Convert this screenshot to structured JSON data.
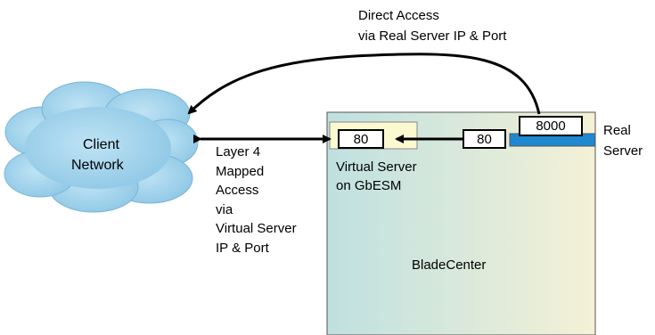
{
  "labels": {
    "direct_access_line1": "Direct Access",
    "direct_access_line2": "via Real Server IP & Port",
    "client_network_line1": "Client",
    "client_network_line2": "Network",
    "layer4_text": "Layer 4\nMapped\nAccess\nvia\nVirtual Server\nIP & Port",
    "virtual_server_line1": "Virtual Server",
    "virtual_server_line2": "on GbESM",
    "real_server_line1": "Real",
    "real_server_line2": "Server",
    "bladecenter": "BladeCenter"
  },
  "ports": {
    "virtual_port": "80",
    "mid_port": "80",
    "real_port": "8000"
  },
  "colors": {
    "cloud_fill": "#a8d6ee",
    "blade_gradient_start": "#bfe0e0",
    "blade_gradient_end": "#f4f1d6",
    "virtual_server_fill": "#fcf8cf",
    "real_server_bar": "#1e88d0"
  }
}
